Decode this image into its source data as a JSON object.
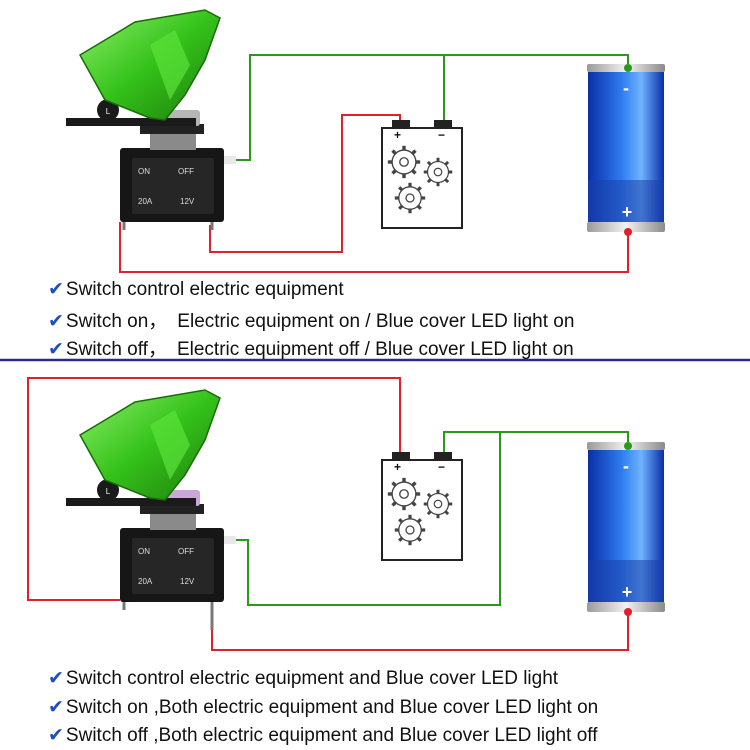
{
  "switch_labels": {
    "on": "ON",
    "off": "OFF",
    "amps": "20A",
    "volts": "12V"
  },
  "motor_terminals": {
    "positive": "+",
    "negative": "−"
  },
  "battery_terminals": {
    "negative": "-",
    "positive": "+"
  },
  "colors": {
    "positive_wire": "#e0202a",
    "negative_wire": "#2a9a1a",
    "divider": "#2a2a8c",
    "cover": "#3ccc20",
    "check": "#1f4fbf"
  },
  "diagram_top": {
    "notes": [
      {
        "main": "Switch control electric equipment",
        "rest": ""
      },
      {
        "main": "Switch on，",
        "rest": "Electric equipment on / Blue cover LED light on"
      },
      {
        "main": "Switch off，",
        "rest": "Electric equipment off / Blue cover LED light on"
      }
    ]
  },
  "diagram_bottom": {
    "notes": [
      {
        "main": "Switch control electric equipment and Blue cover LED light",
        "rest": ""
      },
      {
        "main": "Switch on ,Both electric equipment and Blue cover LED light on",
        "rest": ""
      },
      {
        "main": "Switch off ,Both electric equipment and Blue cover LED light off",
        "rest": ""
      }
    ]
  }
}
